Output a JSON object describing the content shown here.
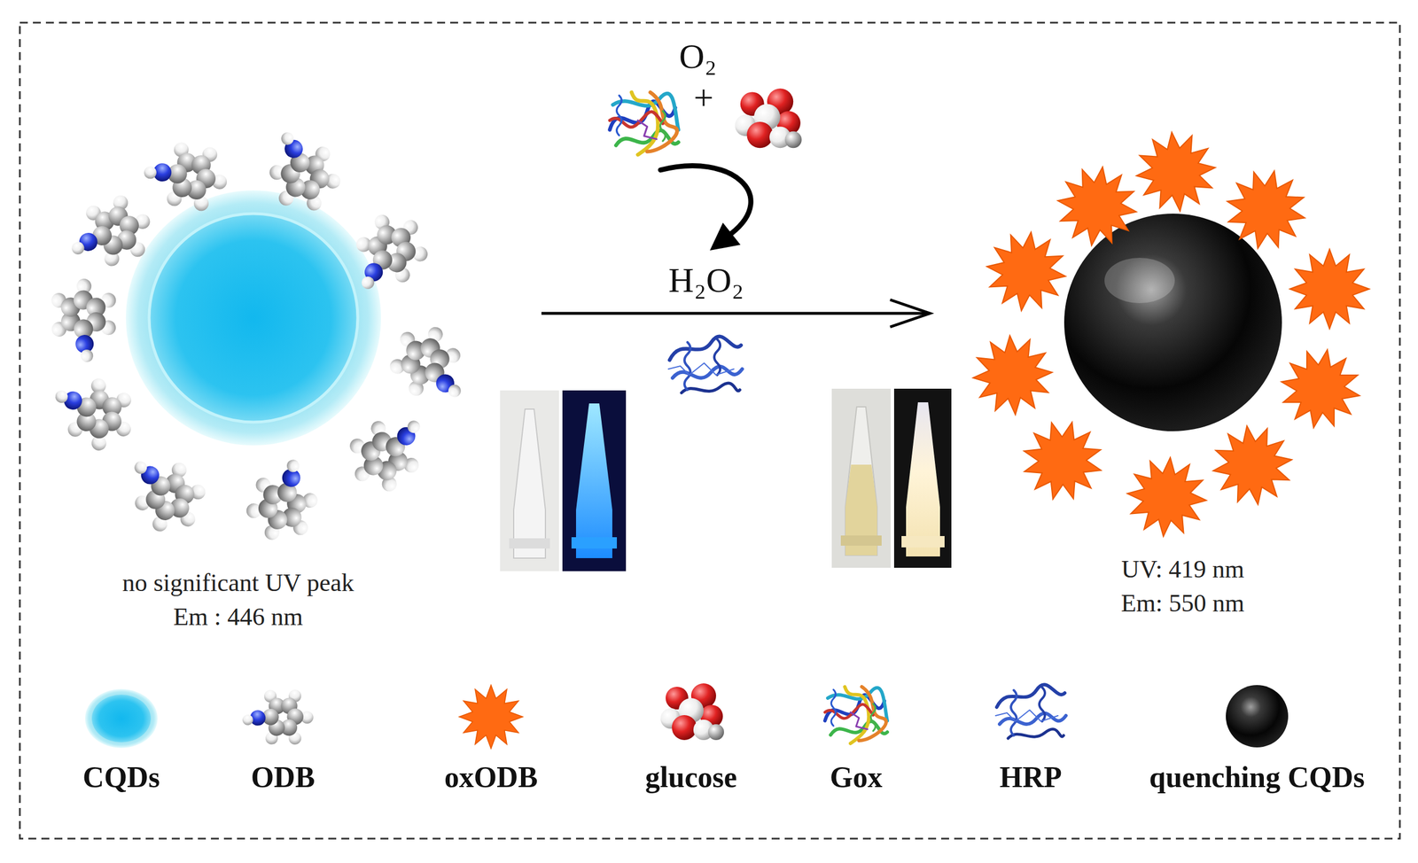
{
  "diagram": {
    "nodes": [
      {
        "text": [
          "no significant UV peak",
          "Em : 446 nm"
        ]
      },
      {
        "text": [
          "UV: 419 nm",
          "Em: 550 nm"
        ]
      }
    ],
    "edges": [
      {
        "from": 0,
        "to": 1,
        "arrow": "to",
        "label": "H₂O₂"
      }
    ],
    "labels": [
      "O₂",
      "+"
    ],
    "legend": [
      {
        "text": "CQDs"
      },
      {
        "text": "ODB"
      },
      {
        "text": "oxODB"
      },
      {
        "text": "glucose"
      },
      {
        "text": "Gox"
      },
      {
        "text": "HRP"
      },
      {
        "text": "quenching CQDs"
      }
    ]
  }
}
